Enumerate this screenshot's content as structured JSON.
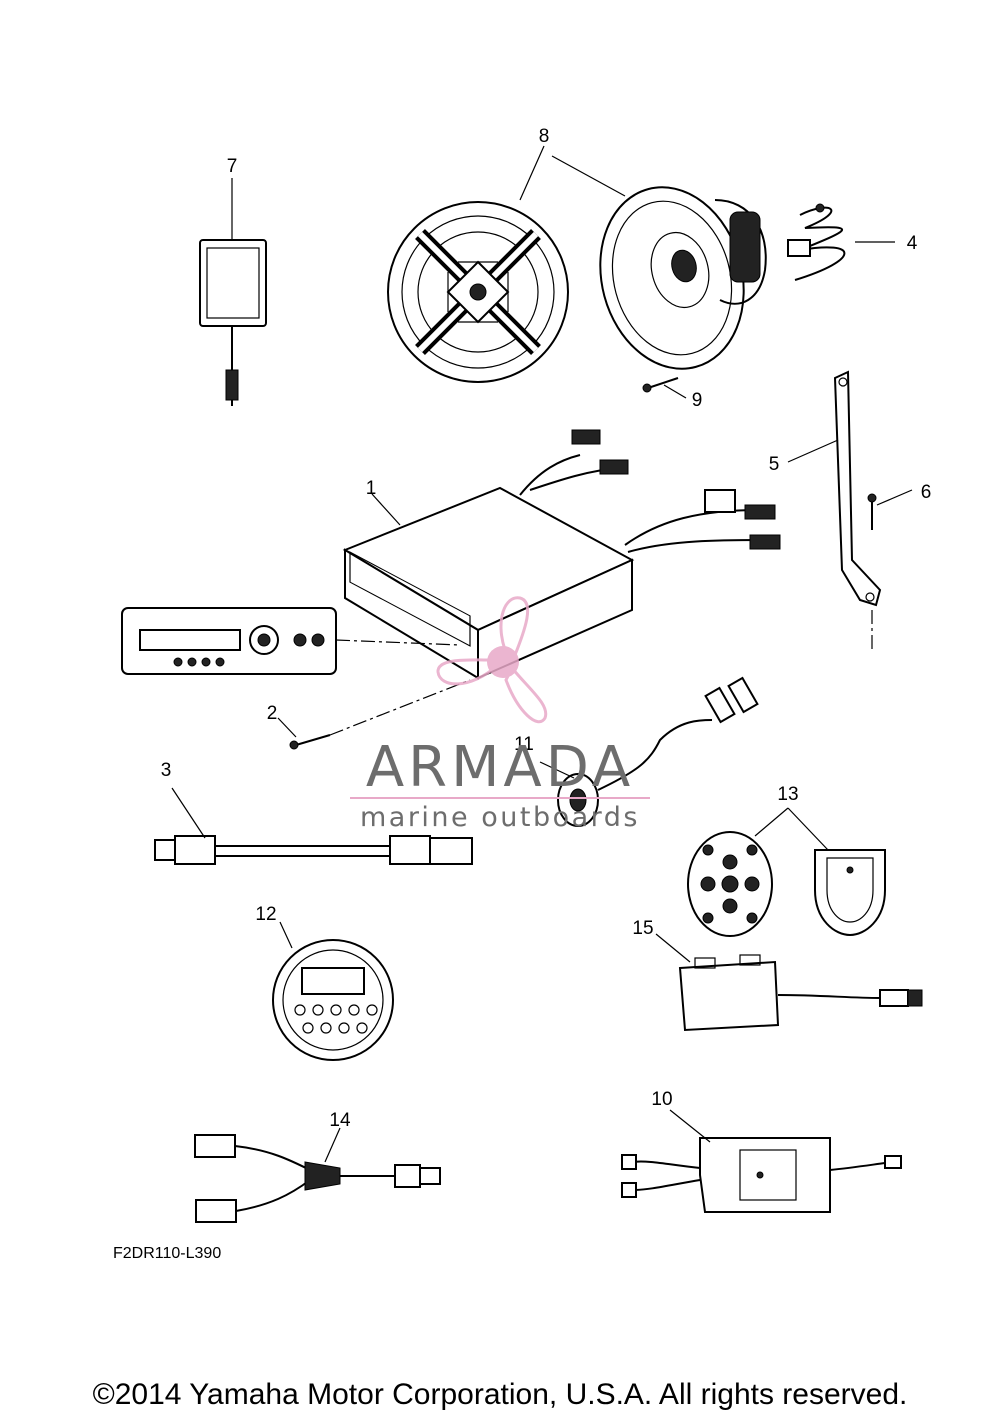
{
  "diagram": {
    "callouts": [
      "1",
      "2",
      "3",
      "4",
      "5",
      "6",
      "7",
      "8",
      "9",
      "10",
      "11",
      "12",
      "13",
      "14",
      "15"
    ],
    "drawing_code": "F2DR110-L390",
    "copyright": "©2014 Yamaha Motor Corporation, U.S.A. All rights reserved."
  },
  "watermark": {
    "brand": "ARMADA",
    "tagline": "marine outboards",
    "logo_color": "#e8a9c8",
    "text_color": "#6d6d6d"
  }
}
